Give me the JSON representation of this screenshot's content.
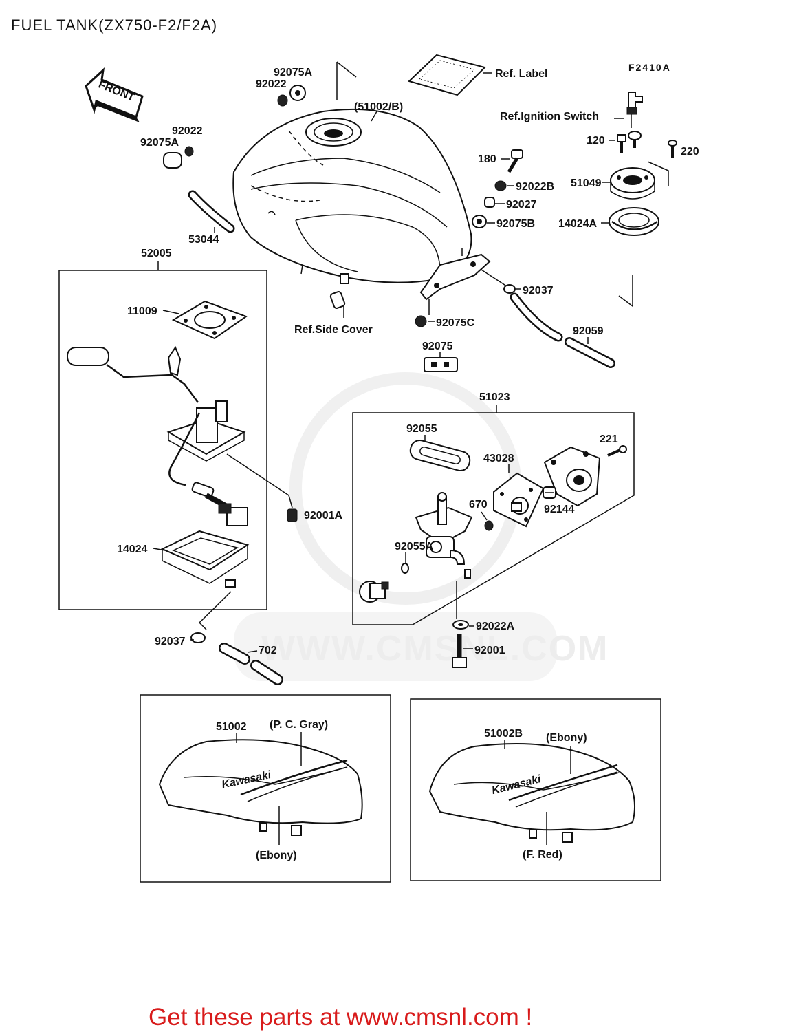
{
  "title": "FUEL TANK(ZX750-F2/F2A)",
  "drawing_code": "F2410A",
  "front_arrow": "FRONT",
  "watermark": "WWW.CMSNL.COM",
  "footer": "Get these parts at www.cmsnl.com !",
  "labels": {
    "ref_label": "Ref. Label",
    "ref_ignition": "Ref.Ignition Switch",
    "ref_side_cover": "Ref.Side Cover",
    "tank_ref": "(51002/B)",
    "p_92075A_top": "92075A",
    "p_92022_top": "92022",
    "p_92022_left": "92022",
    "p_92075A_left": "92075A",
    "p_53044": "53044",
    "p_52005": "52005",
    "p_11009": "11009",
    "p_14024": "14024",
    "p_92001A": "92001A",
    "p_92037_bottom": "92037",
    "p_702": "702",
    "p_180": "180",
    "p_92022B": "92022B",
    "p_92027": "92027",
    "p_92075B": "92075B",
    "p_92037_right": "92037",
    "p_92075C": "92075C",
    "p_92059": "92059",
    "p_92075": "92075",
    "p_120": "120",
    "p_220": "220",
    "p_51049": "51049",
    "p_14024A": "14024A",
    "p_51023": "51023",
    "p_92055": "92055",
    "p_43028": "43028",
    "p_221": "221",
    "p_670": "670",
    "p_92144": "92144",
    "p_92055A": "92055A",
    "p_92022A": "92022A",
    "p_92001": "92001"
  },
  "variants": [
    {
      "part": "51002",
      "top_color": "(P. C. Gray)",
      "bottom_color": "(Ebony)",
      "brand": "Kawasaki"
    },
    {
      "part": "51002B",
      "top_color": "(Ebony)",
      "bottom_color": "(F. Red)",
      "brand": "Kawasaki"
    }
  ],
  "colors": {
    "footer_text": "#d81b1b",
    "line": "#111111",
    "watermark": "#ececec"
  }
}
